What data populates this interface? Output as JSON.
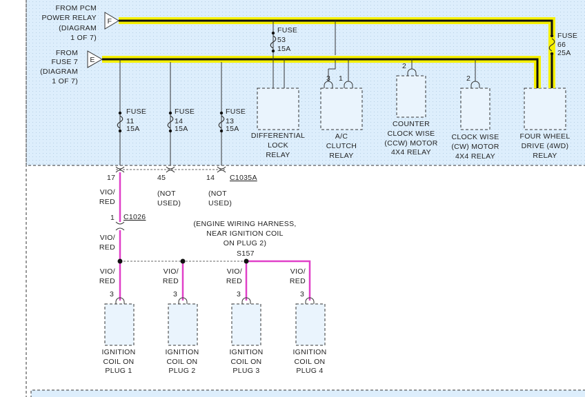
{
  "inputs": {
    "pcm_relay": {
      "letter": "F",
      "lines": [
        "FROM PCM",
        "POWER RELAY",
        "(DIAGRAM",
        "1 OF 7)"
      ]
    },
    "fuse7": {
      "letter": "E",
      "lines": [
        "FROM",
        "FUSE 7",
        "(DIAGRAM",
        "1 OF 7)"
      ]
    }
  },
  "fuses": {
    "f53": [
      "FUSE",
      "53",
      "15A"
    ],
    "f66": [
      "FUSE",
      "66",
      "25A"
    ],
    "f11": [
      "FUSE",
      "11",
      "15A"
    ],
    "f14": [
      "FUSE",
      "14",
      "15A"
    ],
    "f13": [
      "FUSE",
      "13",
      "15A"
    ]
  },
  "relays": {
    "diff": [
      "DIFFERENTIAL",
      "LOCK",
      "RELAY"
    ],
    "ac": [
      "A/C",
      "CLUTCH",
      "RELAY"
    ],
    "ccw": [
      "COUNTER",
      "CLOCK WISE",
      "(CCW) MOTOR",
      "4X4 RELAY"
    ],
    "cw": [
      "CLOCK WISE",
      "(CW) MOTOR",
      "4X4 RELAY"
    ],
    "fwd": [
      "FOUR WHEEL",
      "DRIVE (4WD)",
      "RELAY"
    ]
  },
  "pins": {
    "ac_a": "3",
    "ac_b": "1",
    "ccw": "2",
    "cw": "2",
    "c1035_17": "17",
    "c1035_45": "45",
    "c1035_14": "14",
    "c1026": "1",
    "plug1": "3",
    "plug2": "3",
    "plug3": "3",
    "plug4": "3"
  },
  "connectors": {
    "c1035a": "C1035A",
    "c1026": "C1026"
  },
  "not_used": [
    "(NOT",
    "USED)"
  ],
  "wire": {
    "color_lines": [
      "VIO/",
      "RED"
    ],
    "color_hex": "#e040c8",
    "highlight_hex": "#f5f000"
  },
  "splice": {
    "name": "S157",
    "note": [
      "(ENGINE WIRING HARNESS,",
      "NEAR IGNITION COIL",
      "ON PLUG 2)"
    ]
  },
  "coils": {
    "plug1": [
      "IGNITION",
      "COIL ON",
      "PLUG 1"
    ],
    "plug2": [
      "IGNITION",
      "COIL ON",
      "PLUG 2"
    ],
    "plug3": [
      "IGNITION",
      "COIL ON",
      "PLUG 3"
    ],
    "plug4": [
      "IGNITION",
      "COIL ON",
      "PLUG 4"
    ]
  }
}
